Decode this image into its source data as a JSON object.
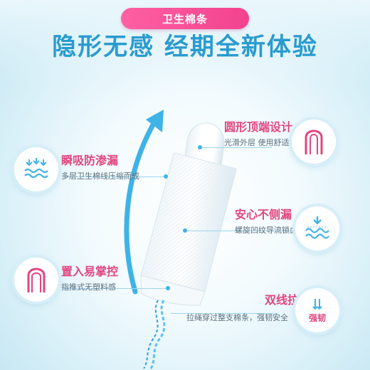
{
  "header": {
    "badge_label": "卫生棉条",
    "headline": "隐形无感 经期全新体验"
  },
  "features": {
    "round_tip": {
      "title": "圆形顶端设计",
      "desc": "光滑外层 使用舒适",
      "icon": "round-tip-icon"
    },
    "absorb": {
      "title": "瞬吸防渗漏",
      "desc": "多层卫生棉线压缩而成",
      "icon": "absorption-waves-icon"
    },
    "no_leak": {
      "title": "安心不侧漏",
      "desc": "螺旋凹纹导流锁血",
      "icon": "spiral-groove-icon"
    },
    "easy_insert": {
      "title": "置入易掌控",
      "desc": "指推式无塑料感",
      "icon": "finger-push-icon"
    },
    "double_string": {
      "title": "双线拉绳",
      "desc": "拉绳穿过整支棉条，强韧安全",
      "icon": "double-string-icon",
      "icon_label": "强韧"
    }
  },
  "colors": {
    "accent_pink": "#e1467f",
    "headline_blue": "#2a9bcf",
    "line_blue": "#3fb3e6"
  }
}
